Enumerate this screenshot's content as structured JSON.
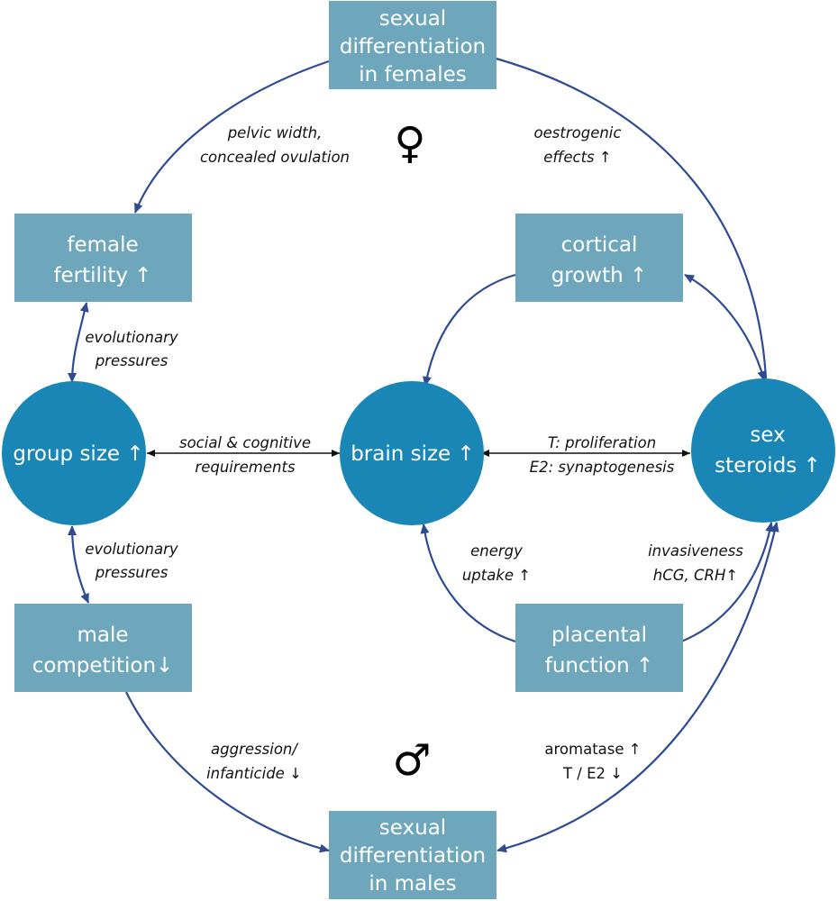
{
  "colors": {
    "box": "#6ea6bc",
    "circle": "#1a86b6",
    "arrow": "#2e4b93",
    "text_on_shape": "#ffffff"
  },
  "nodes": {
    "sexual_diff_females": [
      "sexual",
      "differentiation",
      "in females"
    ],
    "female_fertility": [
      "female",
      "fertility ↑"
    ],
    "cortical_growth": [
      "cortical",
      "growth ↑"
    ],
    "group_size": [
      "group size ↑"
    ],
    "brain_size": [
      "brain size ↑"
    ],
    "sex_steroids": [
      "sex",
      "steroids ↑"
    ],
    "male_competition": [
      "male",
      "competition↓"
    ],
    "placental_function": [
      "placental",
      "function ↑"
    ],
    "sexual_diff_males": [
      "sexual",
      "differentiation",
      "in males"
    ]
  },
  "symbols": {
    "female": "♀",
    "male": "♂"
  },
  "edges": {
    "pelvic": [
      "pelvic width,",
      "concealed ovulation"
    ],
    "oestrogenic": [
      "oestrogenic",
      "effects ↑"
    ],
    "evo_top": [
      "evolutionary",
      "pressures"
    ],
    "social": [
      "social & cognitive",
      "requirements"
    ],
    "t_prolif": [
      "T: proliferation",
      "E2: synaptogenesis"
    ],
    "evo_bottom": [
      "evolutionary",
      "pressures"
    ],
    "energy": [
      "energy",
      "uptake ↑"
    ],
    "invasive": [
      "invasiveness",
      "hCG, CRH↑"
    ],
    "aggression": [
      "aggression/",
      "infanticide ↓"
    ],
    "aromatase": [
      "aromatase ↑",
      "T / E2 ↓"
    ]
  }
}
